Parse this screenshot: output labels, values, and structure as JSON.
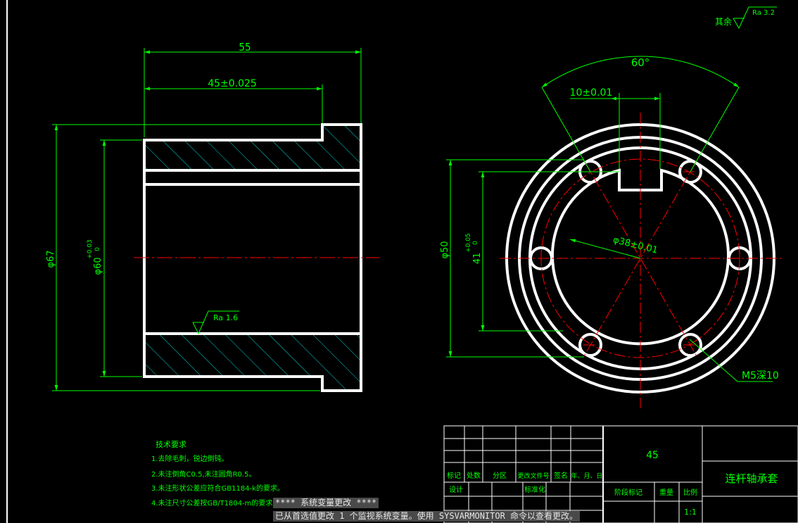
{
  "side_view": {
    "length": "55",
    "step_length": "45±0.025",
    "outer_diameter": "φ67",
    "bore_diameter": "φ60",
    "bore_tol_upper": "+0.03",
    "bore_tol_lower": "0",
    "surface_roughness": "Ra 1.6"
  },
  "front_view": {
    "angle": "60°",
    "key_width": "10±0.01",
    "pcd": "φ50",
    "key_depth": "41",
    "key_tol_upper": "+0.05",
    "key_tol_lower": "0",
    "bore": "φ38±0.01",
    "hole_callout": "M5深10"
  },
  "roughness_note": {
    "prefix": "其余",
    "value": "Ra 3.2"
  },
  "tech_requirements": {
    "title": "技术要求",
    "items": [
      "1.去除毛刺，锐边倒钝。",
      "2.未注倒角C0.5,未注圆角R0.5。",
      "3.未注形状公差应符合GB1184-k的要求。",
      "4.未注尺寸公差按GB/T1804-m的要求。"
    ]
  },
  "title_block": {
    "header_labels": [
      "标记",
      "处数",
      "分区",
      "更改文件号",
      "签名",
      "年、月、日"
    ],
    "design": "设计",
    "standardize": "标准化",
    "material": "45",
    "part_name": "连杆轴承套",
    "stage_mark": "阶段标记",
    "weight": "重量",
    "scale_label": "比例",
    "scale": "1:1"
  },
  "command_line": {
    "line1": "**** 系统变量更改 ****",
    "line2": "已从首选值更改 1 个监视系统变量。使用 SYSVARMONITOR 命令以查看更改。"
  },
  "colors": {
    "background": "#000000",
    "outline": "#ffffff",
    "dimension": "#00ff00",
    "centerline": "#ff0000",
    "hatch": "#00d8d8"
  }
}
